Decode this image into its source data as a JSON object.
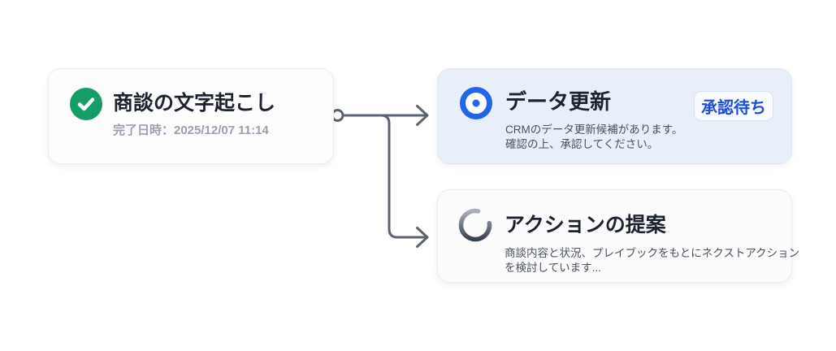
{
  "page": {
    "background": "#ffffff",
    "type": "workflow-status-diagram"
  },
  "connector": {
    "color": "#5b6371",
    "origin": "transcription-card",
    "targets": [
      "data-update-card",
      "action-suggestion-card"
    ]
  },
  "colors": {
    "success_green": "#149d66",
    "accent_blue": "#2563eb",
    "badge_text_blue": "#1d4ed8",
    "card_blue_bg": "#e9eff9",
    "connector_gray": "#5b6371",
    "title_dark": "#1c222e",
    "desc_gray": "#49505e",
    "subtitle_gray": "#9aa1ae"
  },
  "cards": {
    "transcription": {
      "title": "商談の文字起こし",
      "subtitle": "完了日時：2025/12/07 11:14",
      "state": "completed",
      "icon": "check-circle-icon"
    },
    "data_update": {
      "title": "データ更新",
      "badge_label": "承認待ち",
      "description_line1": "CRMのデータ更新候補があります。",
      "description_line2": "確認の上、承認してください。",
      "state": "pending-approval",
      "icon": "target-circle-icon"
    },
    "action_suggestion": {
      "title": "アクションの提案",
      "description_line1": "商談内容と状況、プレイブックをもとにネクストアクション",
      "description_line2": "を検討しています...",
      "state": "loading",
      "icon": "loading-spinner-icon"
    }
  }
}
